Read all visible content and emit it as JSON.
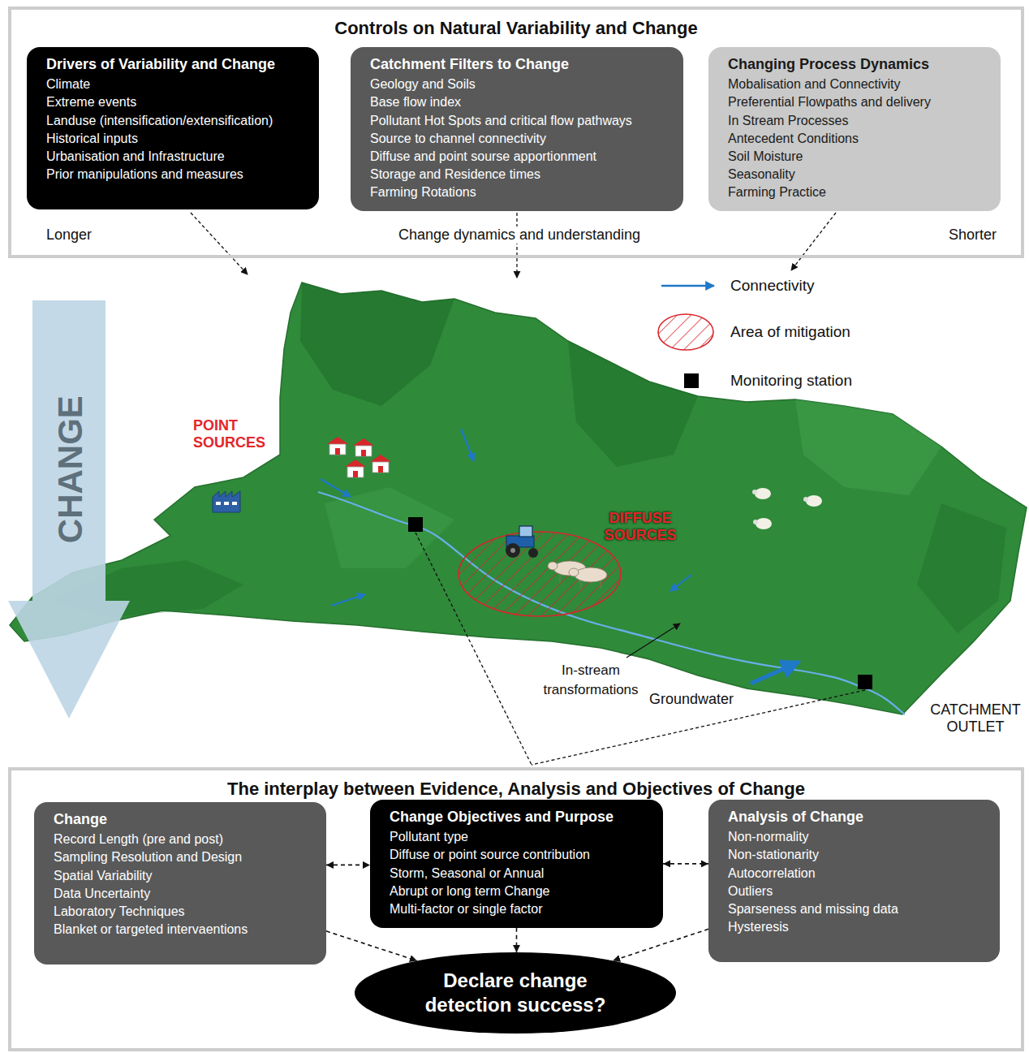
{
  "diagram": {
    "nodes": [
      {
        "text": [
          "Controls on Natural Variability and Change"
        ]
      },
      {
        "text": [
          "Drivers of Variability and Change",
          "Climate",
          "Extreme events",
          "Landuse (intensification/extensification)",
          "Historical inputs",
          "Urbanisation and Infrastructure",
          "Prior manipulations and measures"
        ],
        "in": 0
      },
      {
        "text": [
          "Catchment Filters to Change",
          "Geology and Soils",
          "Base flow index",
          "Pollutant Hot Spots and critical flow pathways",
          "Source to channel connectivity",
          "Diffuse and point sourse apportionment",
          "Storage and Residence times",
          "Farming Rotations"
        ],
        "in": 0
      },
      {
        "text": [
          "Changing Process Dynamics",
          "Mobalisation and Connectivity",
          "Preferential Flowpaths and delivery",
          "In Stream Processes",
          "Antecedent Conditions",
          "Soil Moisture",
          "Seasonality",
          "Farming Practice"
        ],
        "in": 0
      },
      {
        "text": [
          "The interplay between Evidence, Analysis and Objectives of Change"
        ]
      },
      {
        "text": [
          "Change",
          "Record Length (pre and post)",
          "Sampling Resolution and Design",
          "Spatial Variability",
          "Data Uncertainty",
          "Laboratory Techniques",
          "Blanket or targeted intervaentions"
        ],
        "in": 4
      },
      {
        "text": [
          "Change Objectives and Purpose",
          "Pollutant type",
          "Diffuse or point source contribution",
          "Storm, Seasonal or Annual",
          "Abrupt or long term Change",
          "Multi-factor or single factor"
        ],
        "in": 4
      },
      {
        "text": [
          "Analysis of Change",
          "Non-normality",
          "Non-stationarity",
          "Autocorrelation",
          "Outliers",
          "Sparseness and missing data",
          "Hysteresis"
        ],
        "in": 4
      },
      {
        "text": [
          "Declare change detection success?"
        ],
        "in": 4
      }
    ],
    "edges": [
      {
        "from": 5,
        "to": 6,
        "arrow": "both"
      },
      {
        "from": 6,
        "to": 7,
        "arrow": "both"
      },
      {
        "from": 6,
        "to": 8,
        "arrow": "to"
      },
      {
        "from": 5,
        "to": 8,
        "arrow": "to"
      },
      {
        "from": 7,
        "to": 8,
        "arrow": "to"
      }
    ],
    "labels": [
      "Longer",
      "Change dynamics and understanding",
      "Shorter",
      "CHANGE",
      "POINT SOURCES",
      "DIFFUSE SOURCES",
      "In-stream transformations",
      "Groundwater",
      "CATCHMENT OUTLET"
    ],
    "legend": [
      {
        "text": "Connectivity"
      },
      {
        "text": "Area of mitigation"
      },
      {
        "text": "Monitoring station",
        "color": "#000000"
      }
    ]
  }
}
